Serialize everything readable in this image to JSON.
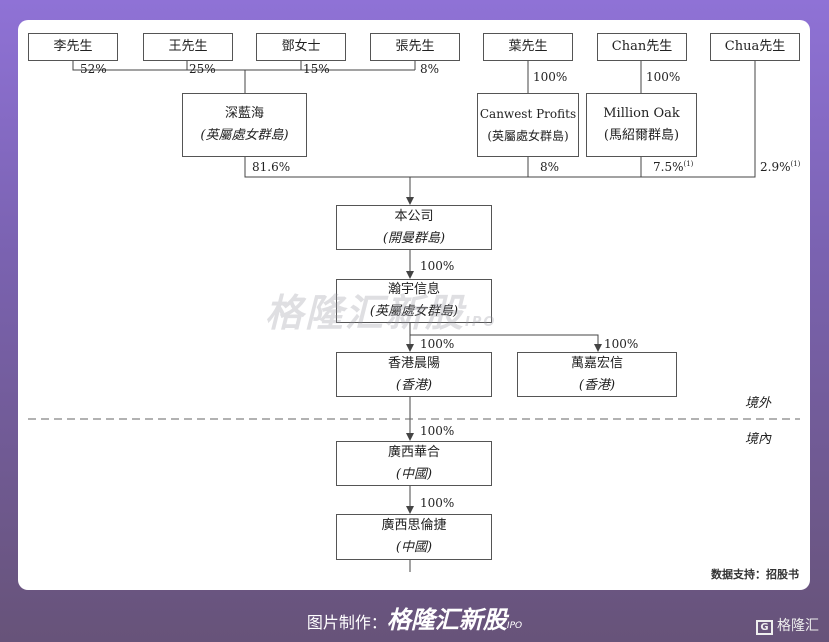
{
  "shareholders_top": [
    "李先生",
    "王先生",
    "鄧女士",
    "張先生",
    "葉先生",
    "Chan先生",
    "Chua先生"
  ],
  "top_pcts": [
    "52%",
    "25%",
    "15%",
    "8%"
  ],
  "yip_pct": "100%",
  "chan_pct": "100%",
  "shenlanhai": {
    "name": "深藍海",
    "place": "(英屬處女群島)",
    "pct": "81.6%"
  },
  "canwest": {
    "name": "Canwest Profits",
    "place": "(英屬處女群島)",
    "pct": "8%"
  },
  "million_oak": {
    "name": "Million Oak",
    "place": "(馬紹爾群島)",
    "pct": "7.5%",
    "note": "(1)"
  },
  "chua": {
    "pct": "2.9%",
    "note": "(1)"
  },
  "company": {
    "name": "本公司",
    "place": "(開曼群島)"
  },
  "hanyu": {
    "pct": "100%",
    "name": "瀚宇信息",
    "place": "(英屬處女群島)"
  },
  "hk_chenyang": {
    "pct": "100%",
    "name": "香港晨陽",
    "place": "(香港)"
  },
  "wanjia": {
    "pct": "100%",
    "name": "萬嘉宏信",
    "place": "(香港)"
  },
  "offshore": "境外",
  "onshore": "境內",
  "guangxi_huahe": {
    "pct": "100%",
    "name": "廣西華合",
    "place": "(中國)"
  },
  "guangxi_silunjie": {
    "pct": "100%",
    "name": "廣西思倫捷",
    "place": "(中國)"
  },
  "watermark": "格隆汇新股",
  "watermark_sub": "IPO",
  "source": "数据支持：招股书",
  "footer": {
    "prefix": "图片制作：",
    "brand": "格隆汇新股",
    "sub": "IPO"
  },
  "corner_logo": "格隆汇"
}
